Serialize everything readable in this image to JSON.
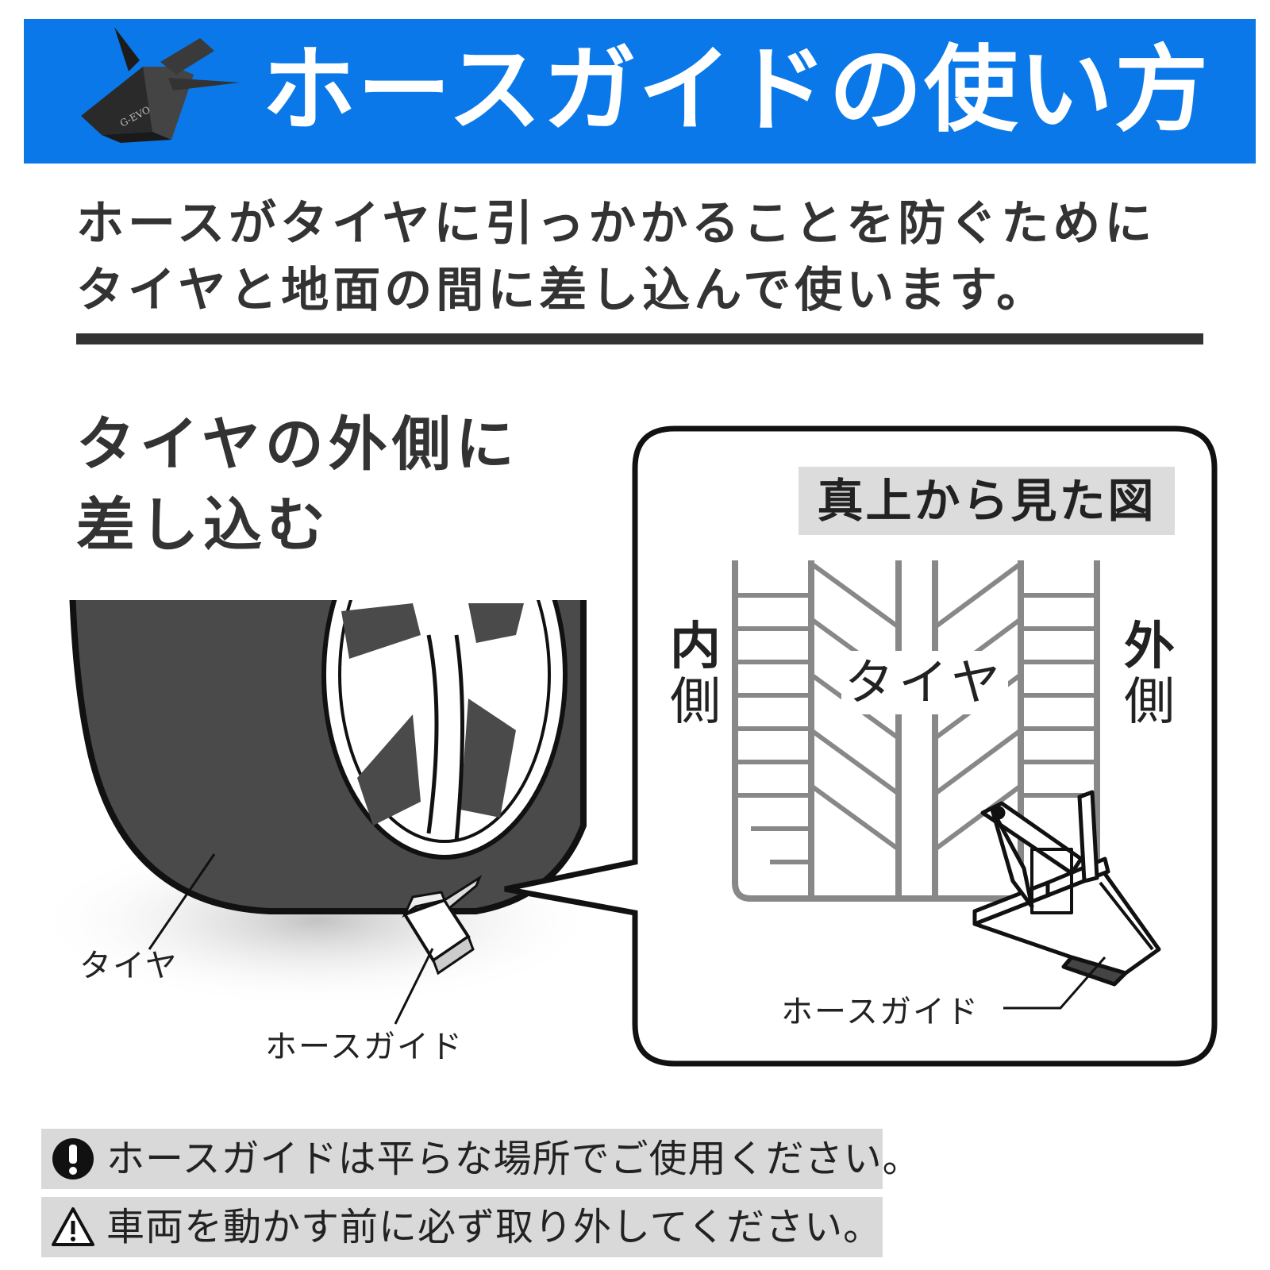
{
  "header": {
    "title": "ホースガイドの使い方",
    "bg_color": "#0a78e8",
    "text_color": "#ffffff",
    "product_logo_text": "G-EVO"
  },
  "intro": {
    "line1": "ホースがタイヤに引っかかることを防ぐために",
    "line2": "タイヤと地面の間に差し込んで使います。"
  },
  "step": {
    "line1": "タイヤの外側に",
    "line2": "差し込む"
  },
  "illustration": {
    "tire_label": "タイヤ",
    "hose_guide_label": "ホースガイド"
  },
  "top_view": {
    "title": "真上から見た図",
    "inner_side_1": "内",
    "inner_side_2": "側",
    "outer_side_1": "外",
    "outer_side_2": "側",
    "tire_label": "タイヤ",
    "hose_guide_label": "ホースガイド"
  },
  "notes": [
    {
      "icon": "exclamation-circle-icon",
      "text": "ホースガイドは平らな場所でご使用ください。"
    },
    {
      "icon": "warning-triangle-icon",
      "text": "車両を動かす前に必ず取り外してください。"
    }
  ]
}
